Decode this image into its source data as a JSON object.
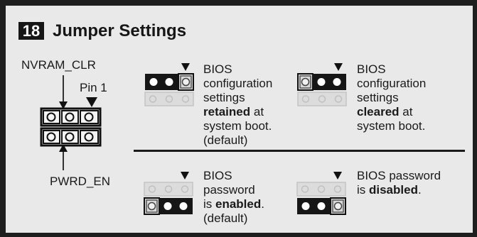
{
  "figure": {
    "number": "18",
    "title": "Jumper Settings"
  },
  "legend": {
    "nvram_label": "NVRAM_CLR",
    "pin1_label": "Pin 1",
    "pwrd_label": "PWRD_EN"
  },
  "settings": [
    {
      "id": "bios-config-retained",
      "line1": "BIOS",
      "line2": "configuration",
      "line3": "settings",
      "bold": "retained",
      "bold_suffix": " at",
      "line5": "system boot.",
      "line6": "(default)"
    },
    {
      "id": "bios-config-cleared",
      "line1": "BIOS",
      "line2": "configuration",
      "line3": "settings",
      "bold": "cleared",
      "bold_suffix": " at",
      "line5": "system boot."
    },
    {
      "id": "bios-password-enabled",
      "line1": "BIOS",
      "line2": "password",
      "prefix": "is ",
      "bold": "enabled",
      "bold_suffix": ".",
      "line4": "(default)"
    },
    {
      "id": "bios-password-disabled",
      "line1": "BIOS password",
      "prefix": "is ",
      "bold": "disabled",
      "bold_suffix": "."
    }
  ],
  "colors": {
    "panel": "#e9e9e9",
    "border": "#1e1e1e",
    "jumper_cap": "#161616",
    "active_pin": "#555555",
    "inactive_pin": "#bcbcbc"
  }
}
